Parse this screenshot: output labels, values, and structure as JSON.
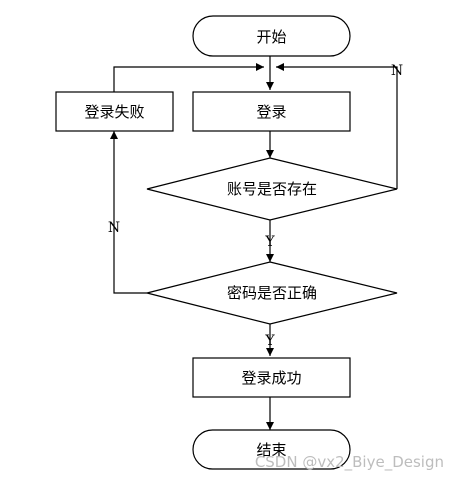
{
  "nodes": {
    "start": "开始",
    "login": "登录",
    "login_failed": "登录失败",
    "account_check": "账号是否存在",
    "password_check": "密码是否正确",
    "login_success": "登录成功",
    "end": "结束"
  },
  "branches": {
    "account_no": "N",
    "account_yes": "Y",
    "password_no": "N",
    "password_yes": "Y"
  },
  "watermark": "CSDN @vx2_Biye_Design"
}
